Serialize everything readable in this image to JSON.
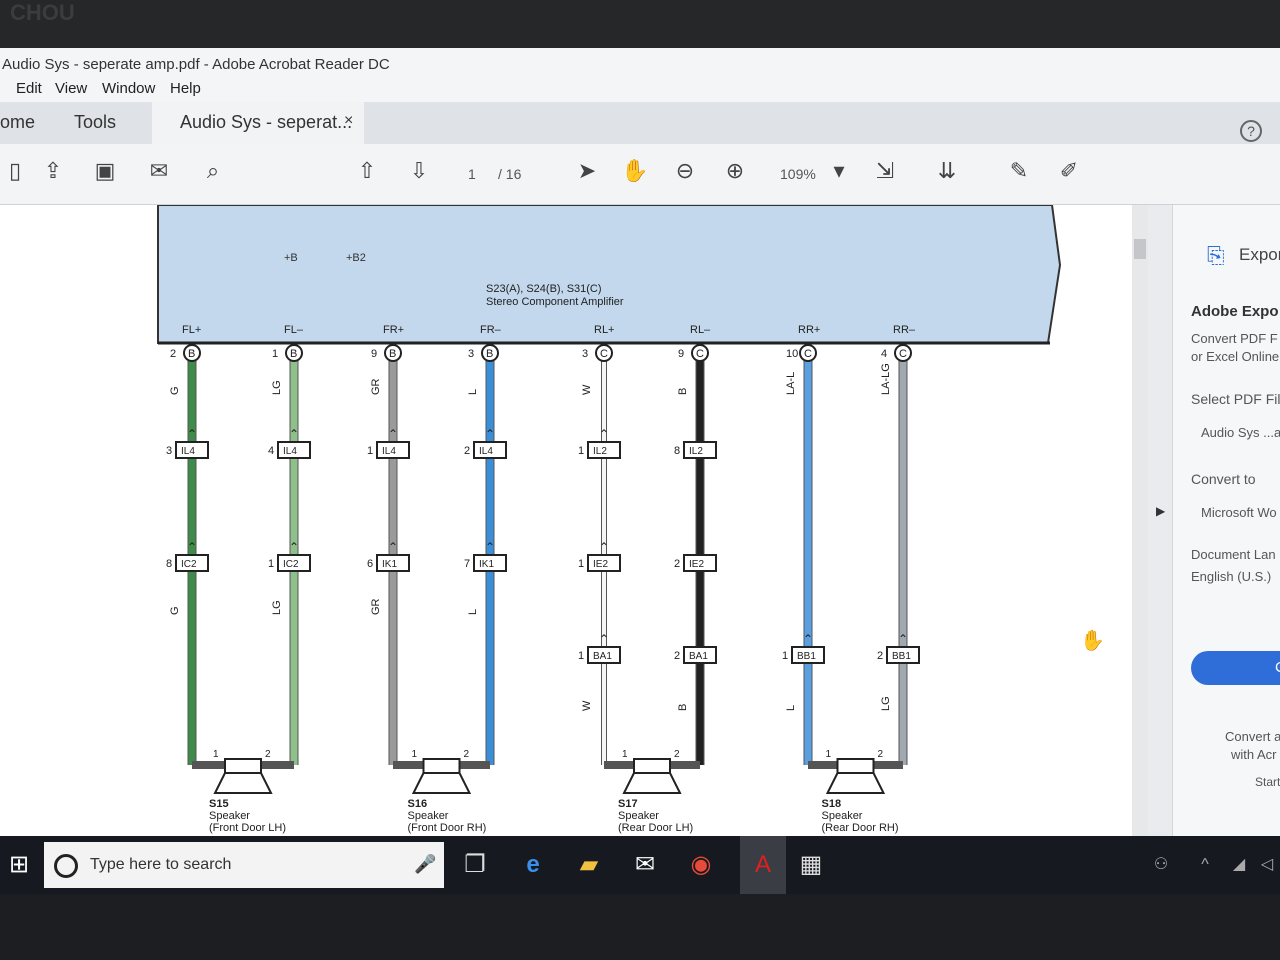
{
  "window": {
    "title": "Audio Sys - seperate amp.pdf - Adobe Acrobat Reader DC"
  },
  "menu": [
    "Edit",
    "View",
    "Window",
    "Help"
  ],
  "tabs": {
    "home": "ome",
    "tools": "Tools",
    "document": "Audio Sys - seperat...",
    "close": "×"
  },
  "help_icon": "?",
  "toolbar": {
    "page_current": "1",
    "page_total": "/ 16",
    "zoom": "109%"
  },
  "diagram": {
    "power_labels": [
      "+B",
      "+B2"
    ],
    "amp_id": "S23(A), S24(B), S31(C)",
    "amp_name": "Stereo Component Amplifier",
    "terminals": [
      {
        "name": "FL+",
        "pin": "2",
        "conn": "B",
        "color_code": "G",
        "color": "#3f8c4a"
      },
      {
        "name": "FL–",
        "pin": "1",
        "conn": "B",
        "color_code": "LG",
        "color": "#8fbf8a"
      },
      {
        "name": "FR+",
        "pin": "9",
        "conn": "B",
        "color_code": "GR",
        "color": "#9a9a9a"
      },
      {
        "name": "FR–",
        "pin": "3",
        "conn": "B",
        "color_code": "L",
        "color": "#3a8fd8"
      },
      {
        "name": "RL+",
        "pin": "3",
        "conn": "C",
        "color_code": "W",
        "color": "#f5f5f5"
      },
      {
        "name": "RL–",
        "pin": "9",
        "conn": "C",
        "color_code": "B",
        "color": "#222222"
      },
      {
        "name": "RR+",
        "pin": "10",
        "conn": "C",
        "color_code": "LA-L",
        "color": "#5aa0e0"
      },
      {
        "name": "RR–",
        "pin": "4",
        "conn": "C",
        "color_code": "LA-LG",
        "color": "#a0a8b0"
      }
    ],
    "junction1": [
      {
        "pin": "3",
        "id": "IL4"
      },
      {
        "pin": "4",
        "id": "IL4"
      },
      {
        "pin": "1",
        "id": "IL4"
      },
      {
        "pin": "2",
        "id": "IL4"
      },
      {
        "pin": "1",
        "id": "IL2"
      },
      {
        "pin": "8",
        "id": "IL2"
      }
    ],
    "junction2": [
      {
        "pin": "8",
        "id": "IC2"
      },
      {
        "pin": "1",
        "id": "IC2"
      },
      {
        "pin": "6",
        "id": "IK1"
      },
      {
        "pin": "7",
        "id": "IK1"
      },
      {
        "pin": "1",
        "id": "IE2"
      },
      {
        "pin": "2",
        "id": "IE2"
      }
    ],
    "junction3": [
      {
        "pin": "1",
        "id": "BA1"
      },
      {
        "pin": "2",
        "id": "BA1"
      },
      {
        "pin": "1",
        "id": "BB1"
      },
      {
        "pin": "2",
        "id": "BB1"
      }
    ],
    "lower_codes": [
      "G",
      "LG",
      "GR",
      "L",
      "W",
      "B",
      "L",
      "LG"
    ],
    "speakers": [
      {
        "id": "S15",
        "name": "Speaker",
        "loc": "(Front Door LH)"
      },
      {
        "id": "S16",
        "name": "Speaker",
        "loc": "(Front Door RH)"
      },
      {
        "id": "S17",
        "name": "Speaker",
        "loc": "(Rear Door LH)"
      },
      {
        "id": "S18",
        "name": "Speaker",
        "loc": "(Rear Door RH)"
      }
    ],
    "speaker_pins": [
      "1",
      "2"
    ]
  },
  "right_panel": {
    "export": "Expor",
    "heading": "Adobe Expo",
    "desc1": "Convert PDF F",
    "desc2": "or Excel Online",
    "select": "Select PDF File",
    "file": "Audio Sys ...a",
    "convert_to": "Convert to",
    "format": "Microsoft Wo",
    "doc_lang": "Document Lan",
    "lang": "English (U.S.)",
    "button": "Co",
    "convert_a": "Convert a",
    "with_acr": "with Acr",
    "start": "Start"
  },
  "taskbar": {
    "search_placeholder": "Type here to search"
  },
  "brand": "CHOU"
}
